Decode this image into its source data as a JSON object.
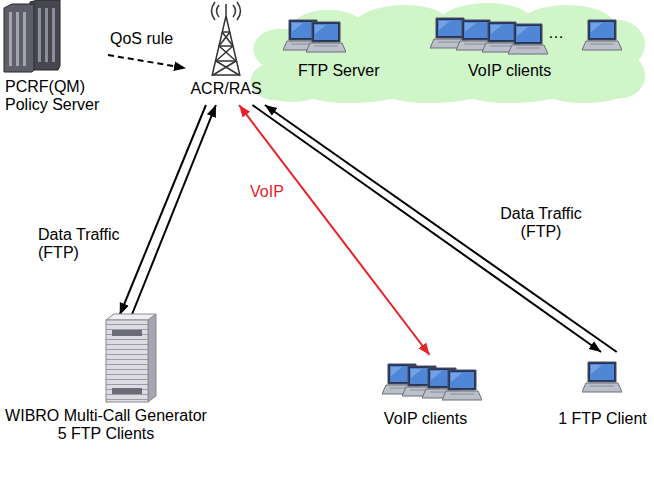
{
  "diagram": {
    "nodes": [
      {
        "text": [
          "PCRF(QM) Policy Server"
        ]
      },
      {
        "text": [
          "ACR/RAS"
        ]
      },
      {
        "text": [
          "FTP Server",
          "VoIP clients"
        ]
      },
      {
        "text": [
          "WIBRO Multi-Call Generator 5 FTP Clients"
        ]
      },
      {
        "text": [
          "VoIP clients"
        ]
      },
      {
        "text": [
          "1 FTP Client"
        ]
      }
    ],
    "edges": [
      {
        "from": 0,
        "to": 1,
        "label": "QoS rule",
        "arrow": "to"
      },
      {
        "from": 3,
        "to": 1,
        "label": "Data Traffic (FTP)",
        "arrow": "to"
      },
      {
        "from": 1,
        "to": 3,
        "arrow": "to"
      },
      {
        "from": 1,
        "to": 4,
        "label": "VoIP",
        "arrow": "both"
      },
      {
        "from": 1,
        "to": 5,
        "label": "Data Traffic (FTP)",
        "arrow": "to"
      },
      {
        "from": 5,
        "to": 1,
        "arrow": "to"
      }
    ],
    "labels": [
      "…"
    ]
  }
}
